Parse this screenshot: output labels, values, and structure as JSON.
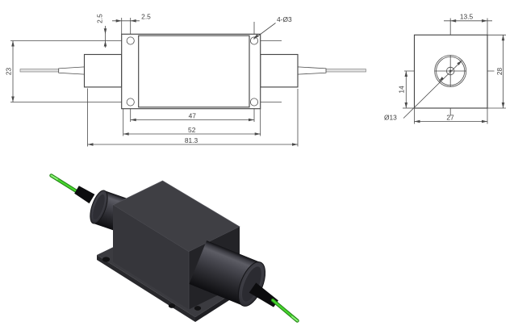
{
  "drawing": {
    "side_view": {
      "dims": {
        "top_offset_v": "2.5",
        "top_offset_h": "2.5",
        "holes": "4-Ø3",
        "height": "23",
        "hole_spacing": "47",
        "flange_length": "52",
        "total_length": "81.3"
      }
    },
    "end_view": {
      "dims": {
        "half_width": "13.5",
        "height": "28",
        "hole_offset": "14",
        "width": "27",
        "bore": "Ø13"
      }
    }
  },
  "photo": {
    "subject": "black fiber-optic isolator module with green fiber pigtails"
  },
  "colors": {
    "line": "#4a4a4a",
    "text": "#3d3d3d",
    "background": "#ffffff",
    "fiber_green": "#46d52e",
    "fiber_green_dark": "#237f15",
    "fiber_green_tip": "#8aef77",
    "box_top": "#3f3f44",
    "box_left": "#36363b",
    "box_right": "#232327",
    "flange_top": "#3b3b40",
    "boot_black": "#0c0c0e"
  }
}
